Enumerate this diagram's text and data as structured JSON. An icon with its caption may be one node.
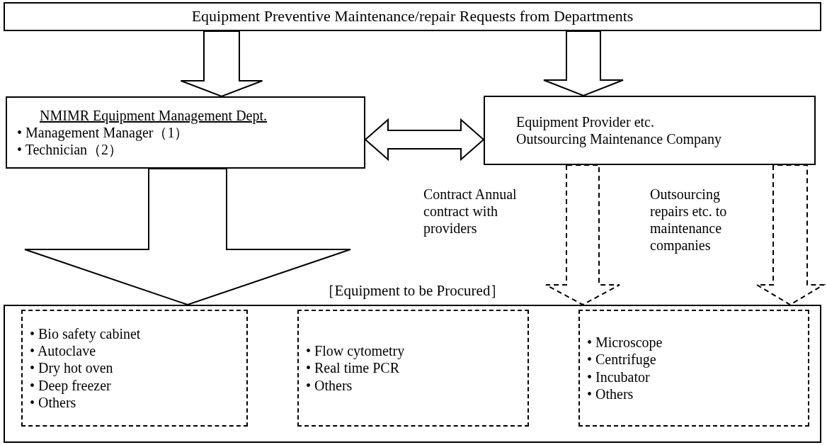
{
  "diagram": {
    "nodes": [
      {
        "text": [
          "Equipment Preventive Maintenance/repair Requests from Departments"
        ]
      },
      {
        "text": [
          "NMIMR Equipment Management Dept.",
          "• Management Manager（1）",
          "• Technician（2）"
        ]
      },
      {
        "text": [
          "Equipment Provider etc.",
          "Outsourcing Maintenance Company"
        ]
      },
      {
        "text": [
          "［Equipment to be Procured］"
        ]
      },
      {
        "text": [
          "• Bio safety cabinet",
          "• Autoclave",
          "• Dry hot oven",
          "• Deep freezer",
          "• Others"
        ],
        "in": 3
      },
      {
        "text": [
          "• Flow cytometry",
          "• Real time PCR",
          "• Others"
        ],
        "in": 3
      },
      {
        "text": [
          "• Microscope",
          "• Centrifuge",
          "• Incubator",
          "• Others"
        ],
        "in": 3
      }
    ],
    "edges": [
      {
        "from": 0,
        "to": 1,
        "arrow": "to"
      },
      {
        "from": 0,
        "to": 2,
        "arrow": "to"
      },
      {
        "from": 1,
        "to": 2,
        "arrow": "both"
      },
      {
        "from": 1,
        "to": 3,
        "arrow": "to"
      },
      {
        "from": 2,
        "to": 3,
        "arrow": "to",
        "style": "dashed",
        "label": "Contract Annual contract with providers"
      },
      {
        "from": 2,
        "to": 3,
        "arrow": "to",
        "style": "dashed",
        "label": "Outsourcing repairs etc. to maintenance companies"
      }
    ]
  }
}
